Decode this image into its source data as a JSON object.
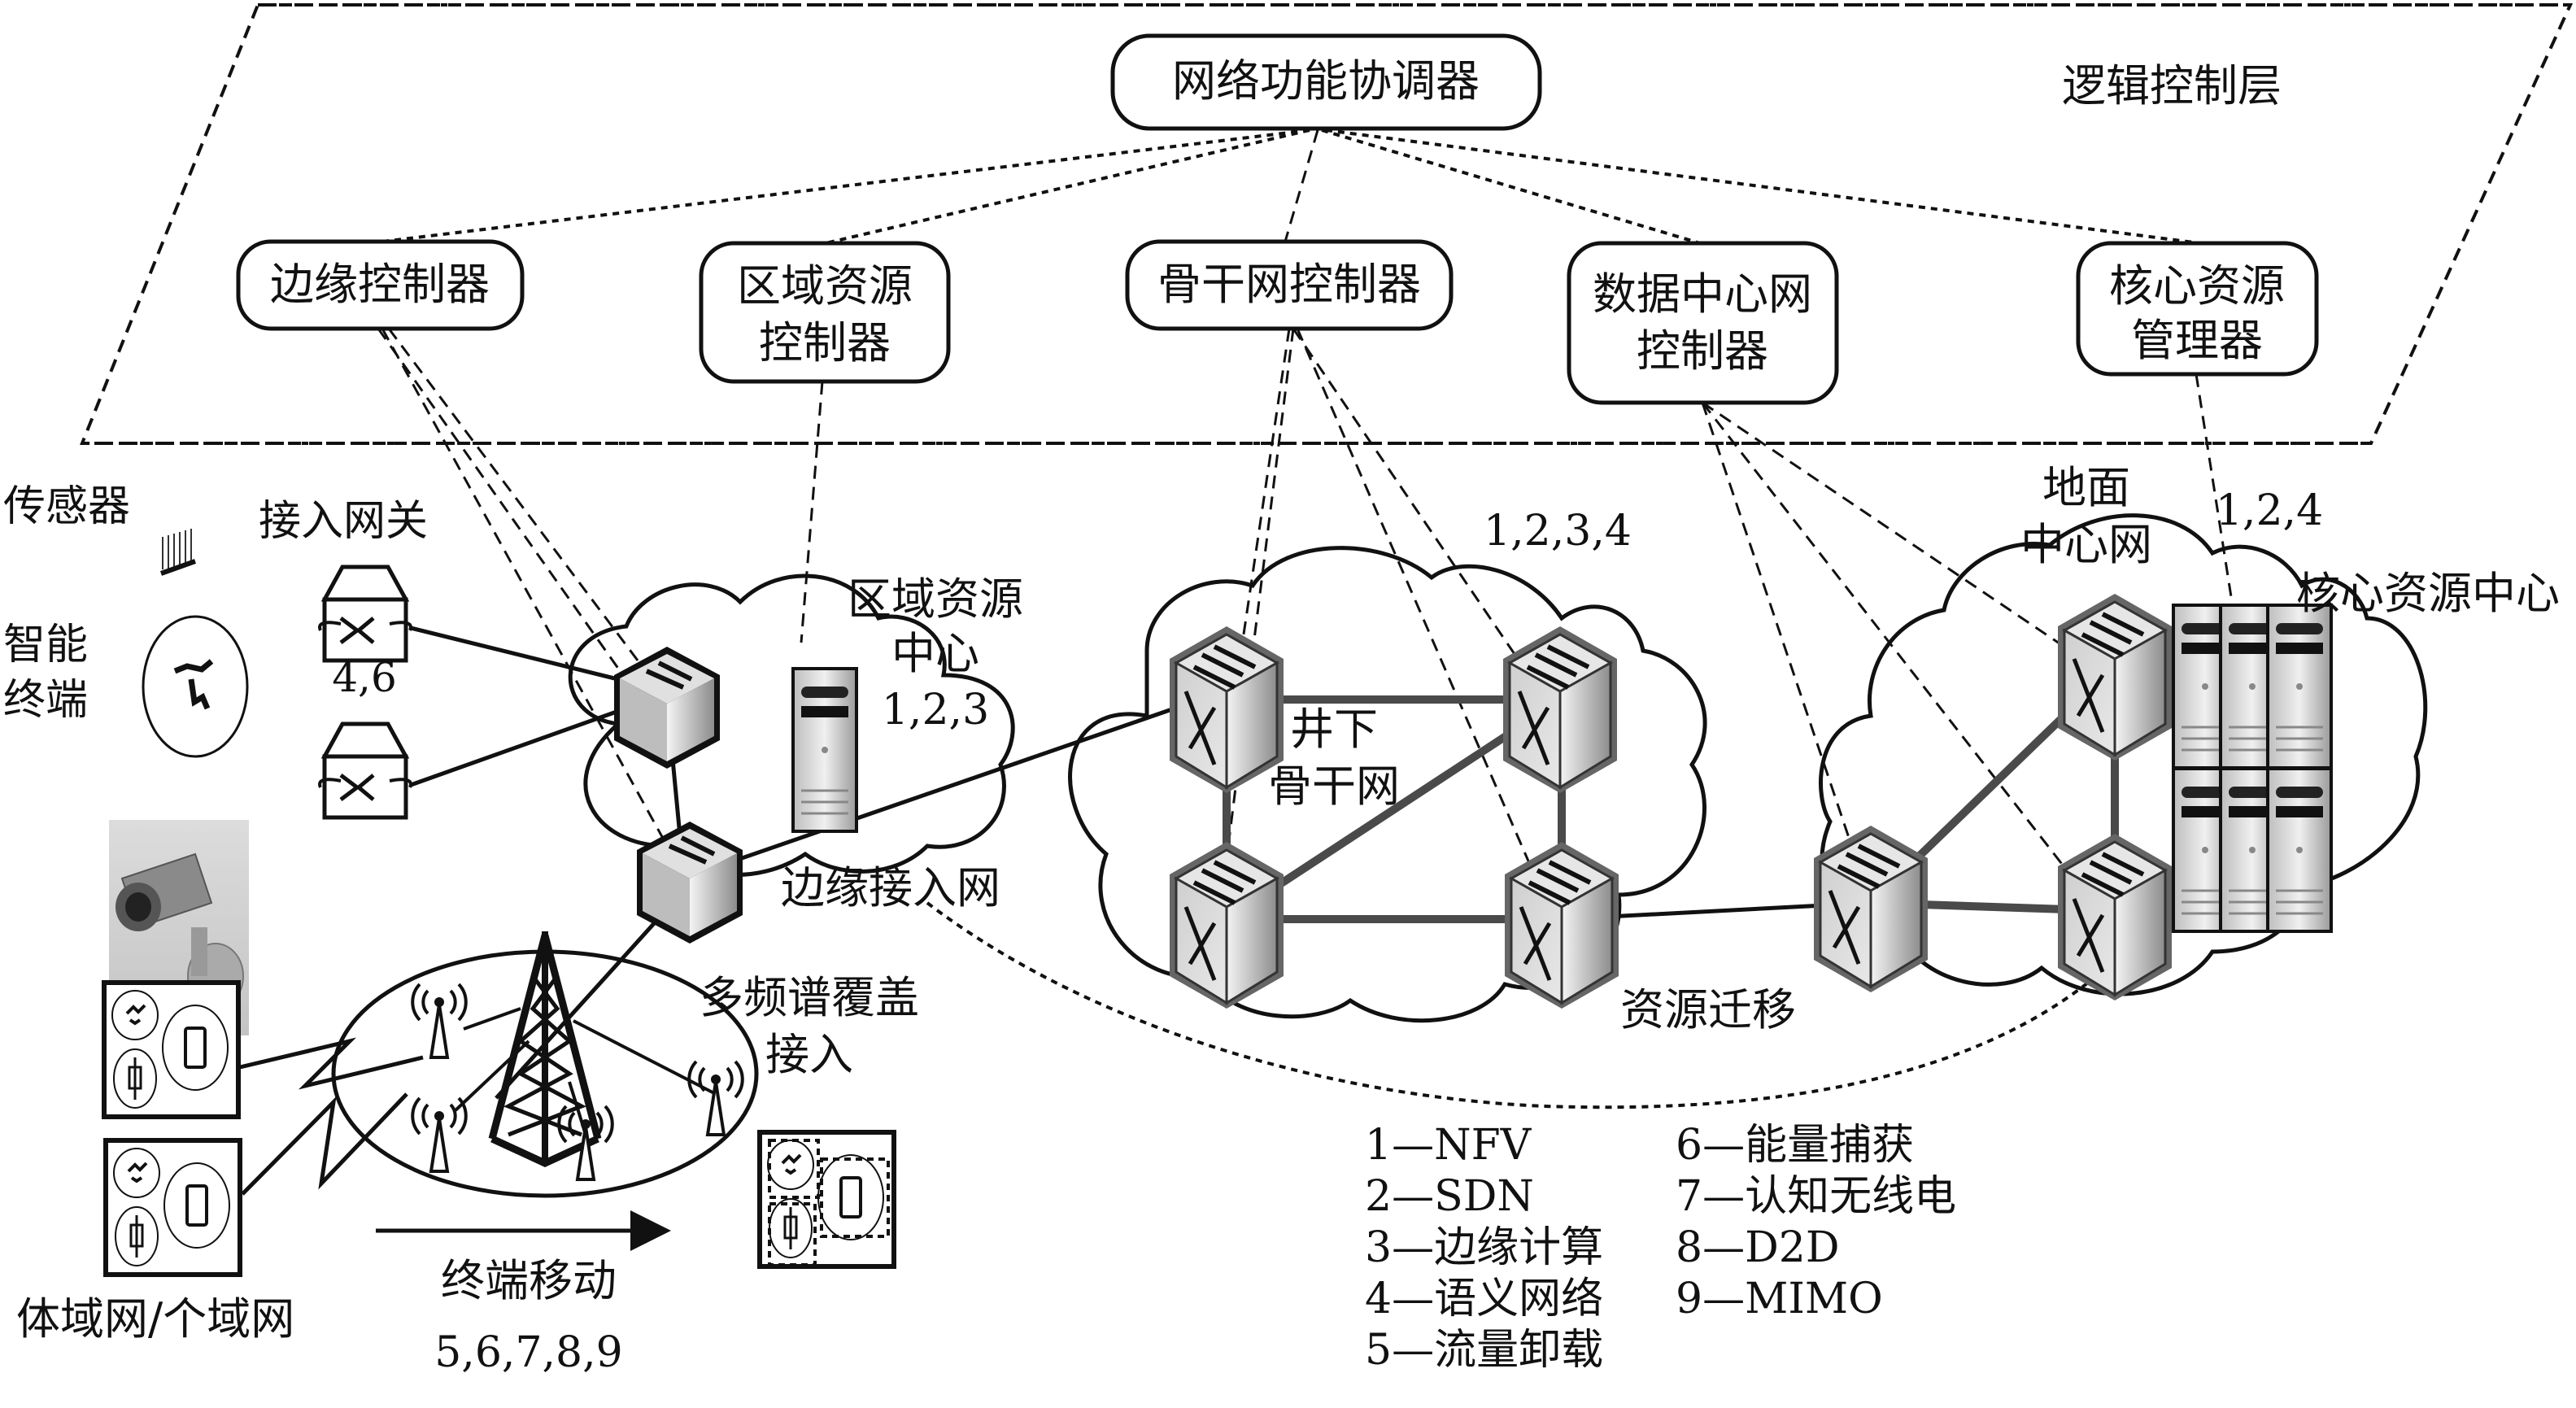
{
  "diagram": {
    "control_layer": {
      "layer_label": "逻辑控制层",
      "orchestrator": "网络功能协调器",
      "controllers": [
        {
          "id": "edge",
          "lines": [
            "边缘控制器"
          ]
        },
        {
          "id": "regional",
          "lines": [
            "区域资源",
            "控制器"
          ]
        },
        {
          "id": "backbone",
          "lines": [
            "骨干网控制器"
          ]
        },
        {
          "id": "datacenter",
          "lines": [
            "数据中心网",
            "控制器"
          ]
        },
        {
          "id": "core",
          "lines": [
            "核心资源",
            "管理器"
          ]
        }
      ]
    },
    "access": {
      "sensor_label": "传感器",
      "smart_terminal_label": [
        "智能",
        "终端"
      ],
      "gateway_label": "接入网关",
      "gateway_tech": "4,6",
      "ban_pan_label": "体域网/个域网",
      "multi_spectrum_label": [
        "多频谱覆盖",
        "接入"
      ],
      "terminal_move_label": "终端移动",
      "terminal_move_tech": "5,6,7,8,9"
    },
    "edge_network": {
      "label": "边缘接入网",
      "regional_center_label": [
        "区域资源",
        "中心"
      ],
      "regional_center_tech": "1,2,3"
    },
    "backbone_network": {
      "label": [
        "井下",
        "骨干网"
      ],
      "tech": "1,2,3,4"
    },
    "core_network": {
      "ground_label": [
        "地面",
        "中心网"
      ],
      "core_center_label": "核心资源中心",
      "tech": "1,2,4"
    },
    "migration_label": "资源迁移",
    "legend": [
      {
        "num": "1",
        "text": "NFV"
      },
      {
        "num": "2",
        "text": "SDN"
      },
      {
        "num": "3",
        "text": "边缘计算"
      },
      {
        "num": "4",
        "text": "语义网络"
      },
      {
        "num": "5",
        "text": "流量卸载"
      },
      {
        "num": "6",
        "text": "能量捕获"
      },
      {
        "num": "7",
        "text": "认知无线电"
      },
      {
        "num": "8",
        "text": "D2D"
      },
      {
        "num": "9",
        "text": "MIMO"
      }
    ],
    "legend_separator": "—"
  }
}
